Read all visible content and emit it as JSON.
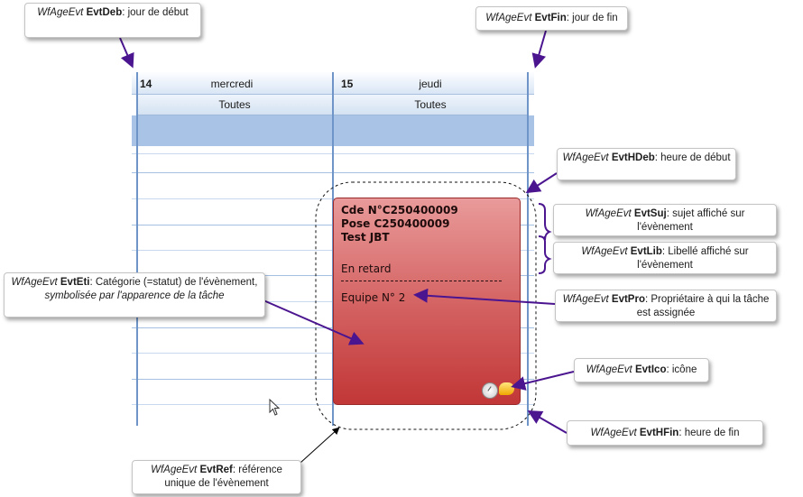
{
  "calendar": {
    "days": [
      {
        "num": "14",
        "name": "mercredi",
        "resource": "Toutes"
      },
      {
        "num": "15",
        "name": "jeudi",
        "resource": "Toutes"
      }
    ]
  },
  "event": {
    "line1": "Cde N°C250400009",
    "line2": "Pose C250400009",
    "line3": "Test JBT",
    "label": "En retard",
    "separator": "-----------------------------------------",
    "owner": "Equipe N° 2",
    "color": "#d35f5f"
  },
  "callouts": {
    "deb": {
      "prefix": "WfAgeEvt",
      "field": "EvtDeb",
      "text": ": jour de début"
    },
    "fin": {
      "prefix": "WfAgeEvt",
      "field": "EvtFin",
      "text": ": jour de fin"
    },
    "hdeb": {
      "prefix": "WfAgeEvt",
      "field": "EvtHDeb",
      "text": ": heure de début"
    },
    "suj": {
      "prefix": "WfAgeEvt",
      "field": "EvtSuj",
      "text": ": sujet affiché sur l'évènement"
    },
    "lib": {
      "prefix": "WfAgeEvt",
      "field": "EvtLib",
      "text": ": Libellé affiché sur l'évènement"
    },
    "eti": {
      "prefix": "WfAgeEvt",
      "field": "EvtEti",
      "text": ": Catégorie (=statut)  de l'évènement, ",
      "italic": "symbolisée par l'apparence de la tâche"
    },
    "pro": {
      "prefix": "WfAgeEvt",
      "field": "EvtPro",
      "text": ": Propriétaire à qui la tâche est assignée"
    },
    "ico": {
      "prefix": "WfAgeEvt",
      "field": "EvtIco",
      "text": ": icône"
    },
    "hfin": {
      "prefix": "WfAgeEvt",
      "field": "EvtHFin",
      "text": ": heure de fin"
    },
    "ref": {
      "prefix": "WfAgeEvt",
      "field": "EvtRef",
      "text": ": référence unique de l'évènement"
    }
  },
  "colors": {
    "arrow": "#4b1590",
    "accent_blue": "#6f95c8"
  }
}
